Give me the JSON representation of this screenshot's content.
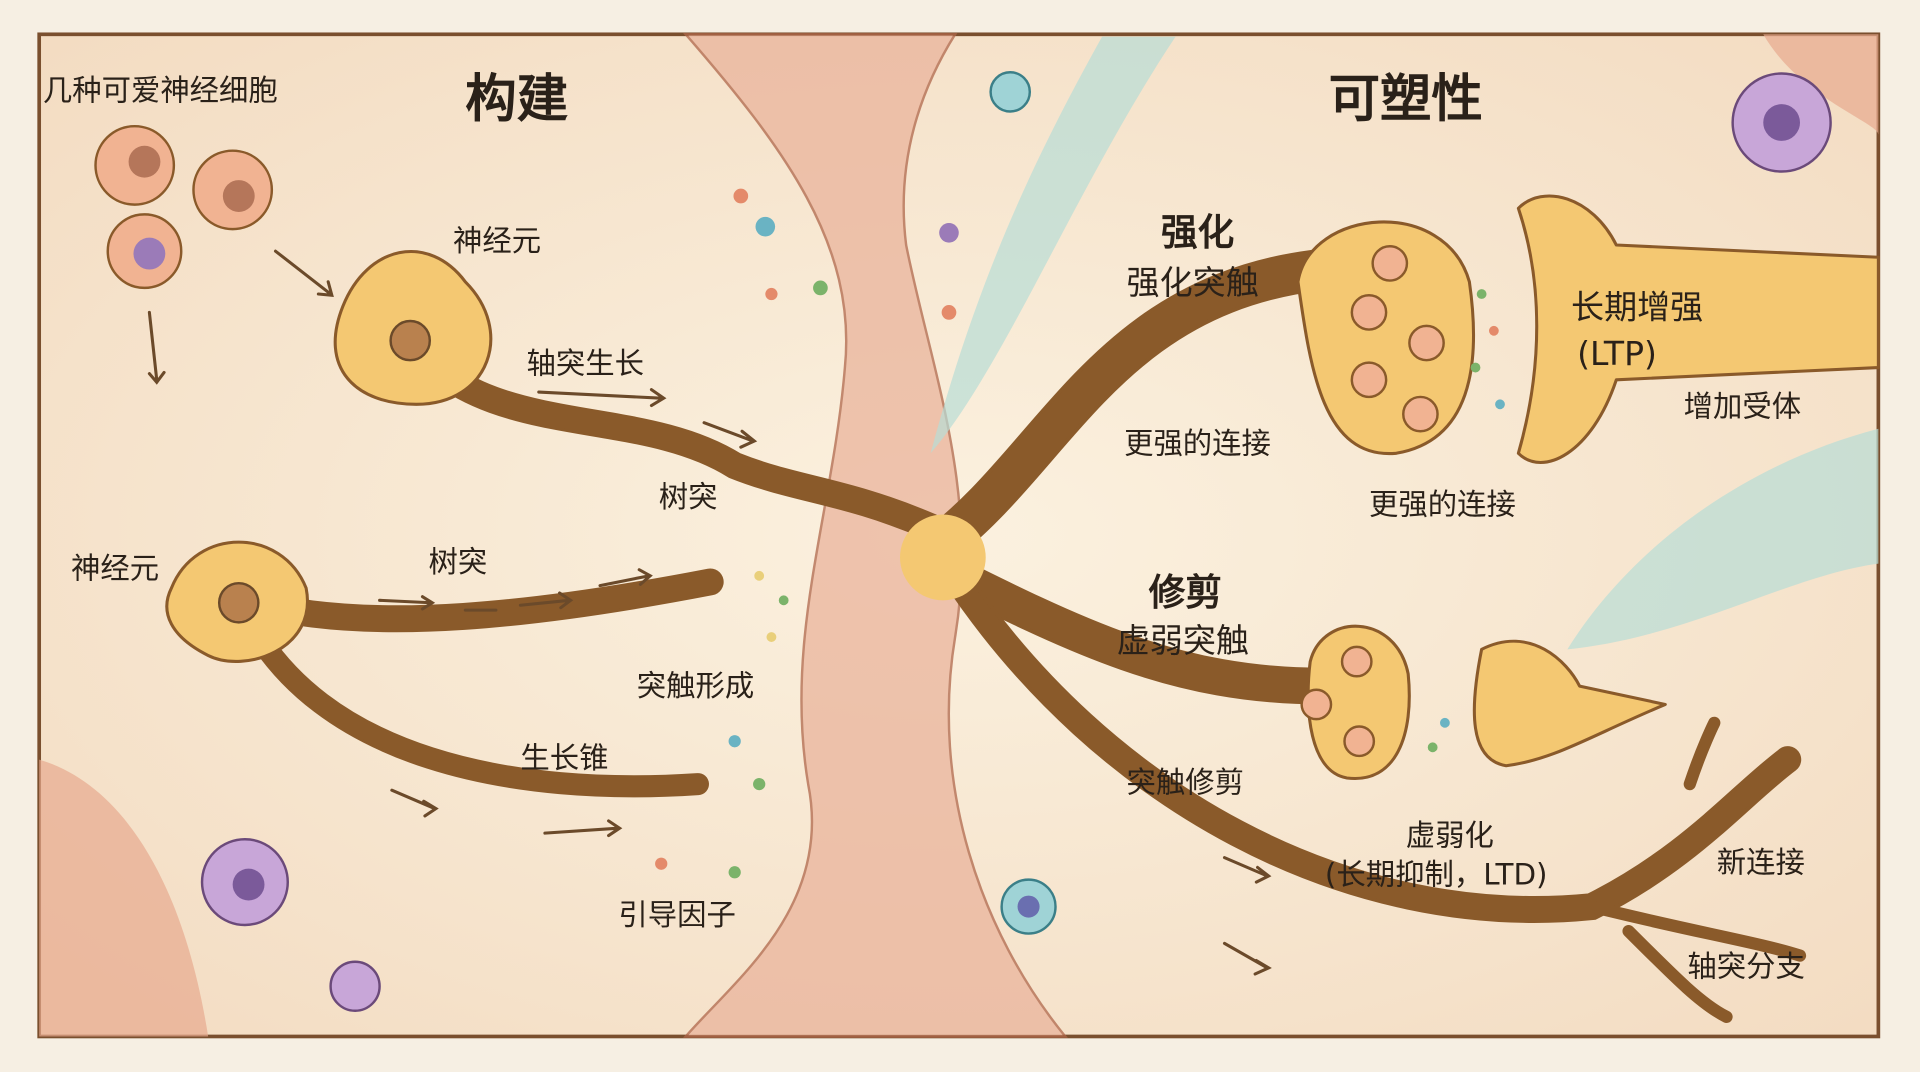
{
  "title_left": "构建",
  "title_right": "可塑性",
  "legend_cells": "几种可爱神经细胞",
  "build": {
    "neuron_top": "神经元",
    "axon_growth": "轴突生长",
    "dendrite_mid": "树突",
    "neuron_left": "神经元",
    "dendrite_left": "树突",
    "synapse_formation": "突触形成",
    "growth_cone": "生长锥",
    "guidance_factors": "引导因子"
  },
  "plasticity": {
    "strengthen_heading": "强化",
    "strengthen_sub": "强化突触",
    "ltp_line1": "长期增强",
    "ltp_line2": "(LTP)",
    "more_receptors": "增加受体",
    "stronger_connection_1": "更强的连接",
    "stronger_connection_2": "更强的连接",
    "prune_heading": "修剪",
    "prune_sub": "虚弱突触",
    "synapse_pruning": "突触修剪",
    "weaken_line1": "虚弱化",
    "weaken_line2": "(长期抑制，LTD)",
    "new_connection": "新连接",
    "axon_branching": "轴突分支"
  },
  "colors": {
    "background": "#f7ecd9",
    "neuron": "#f4c872",
    "outline": "#8a5a2a",
    "tissue": "#e9b49a"
  }
}
